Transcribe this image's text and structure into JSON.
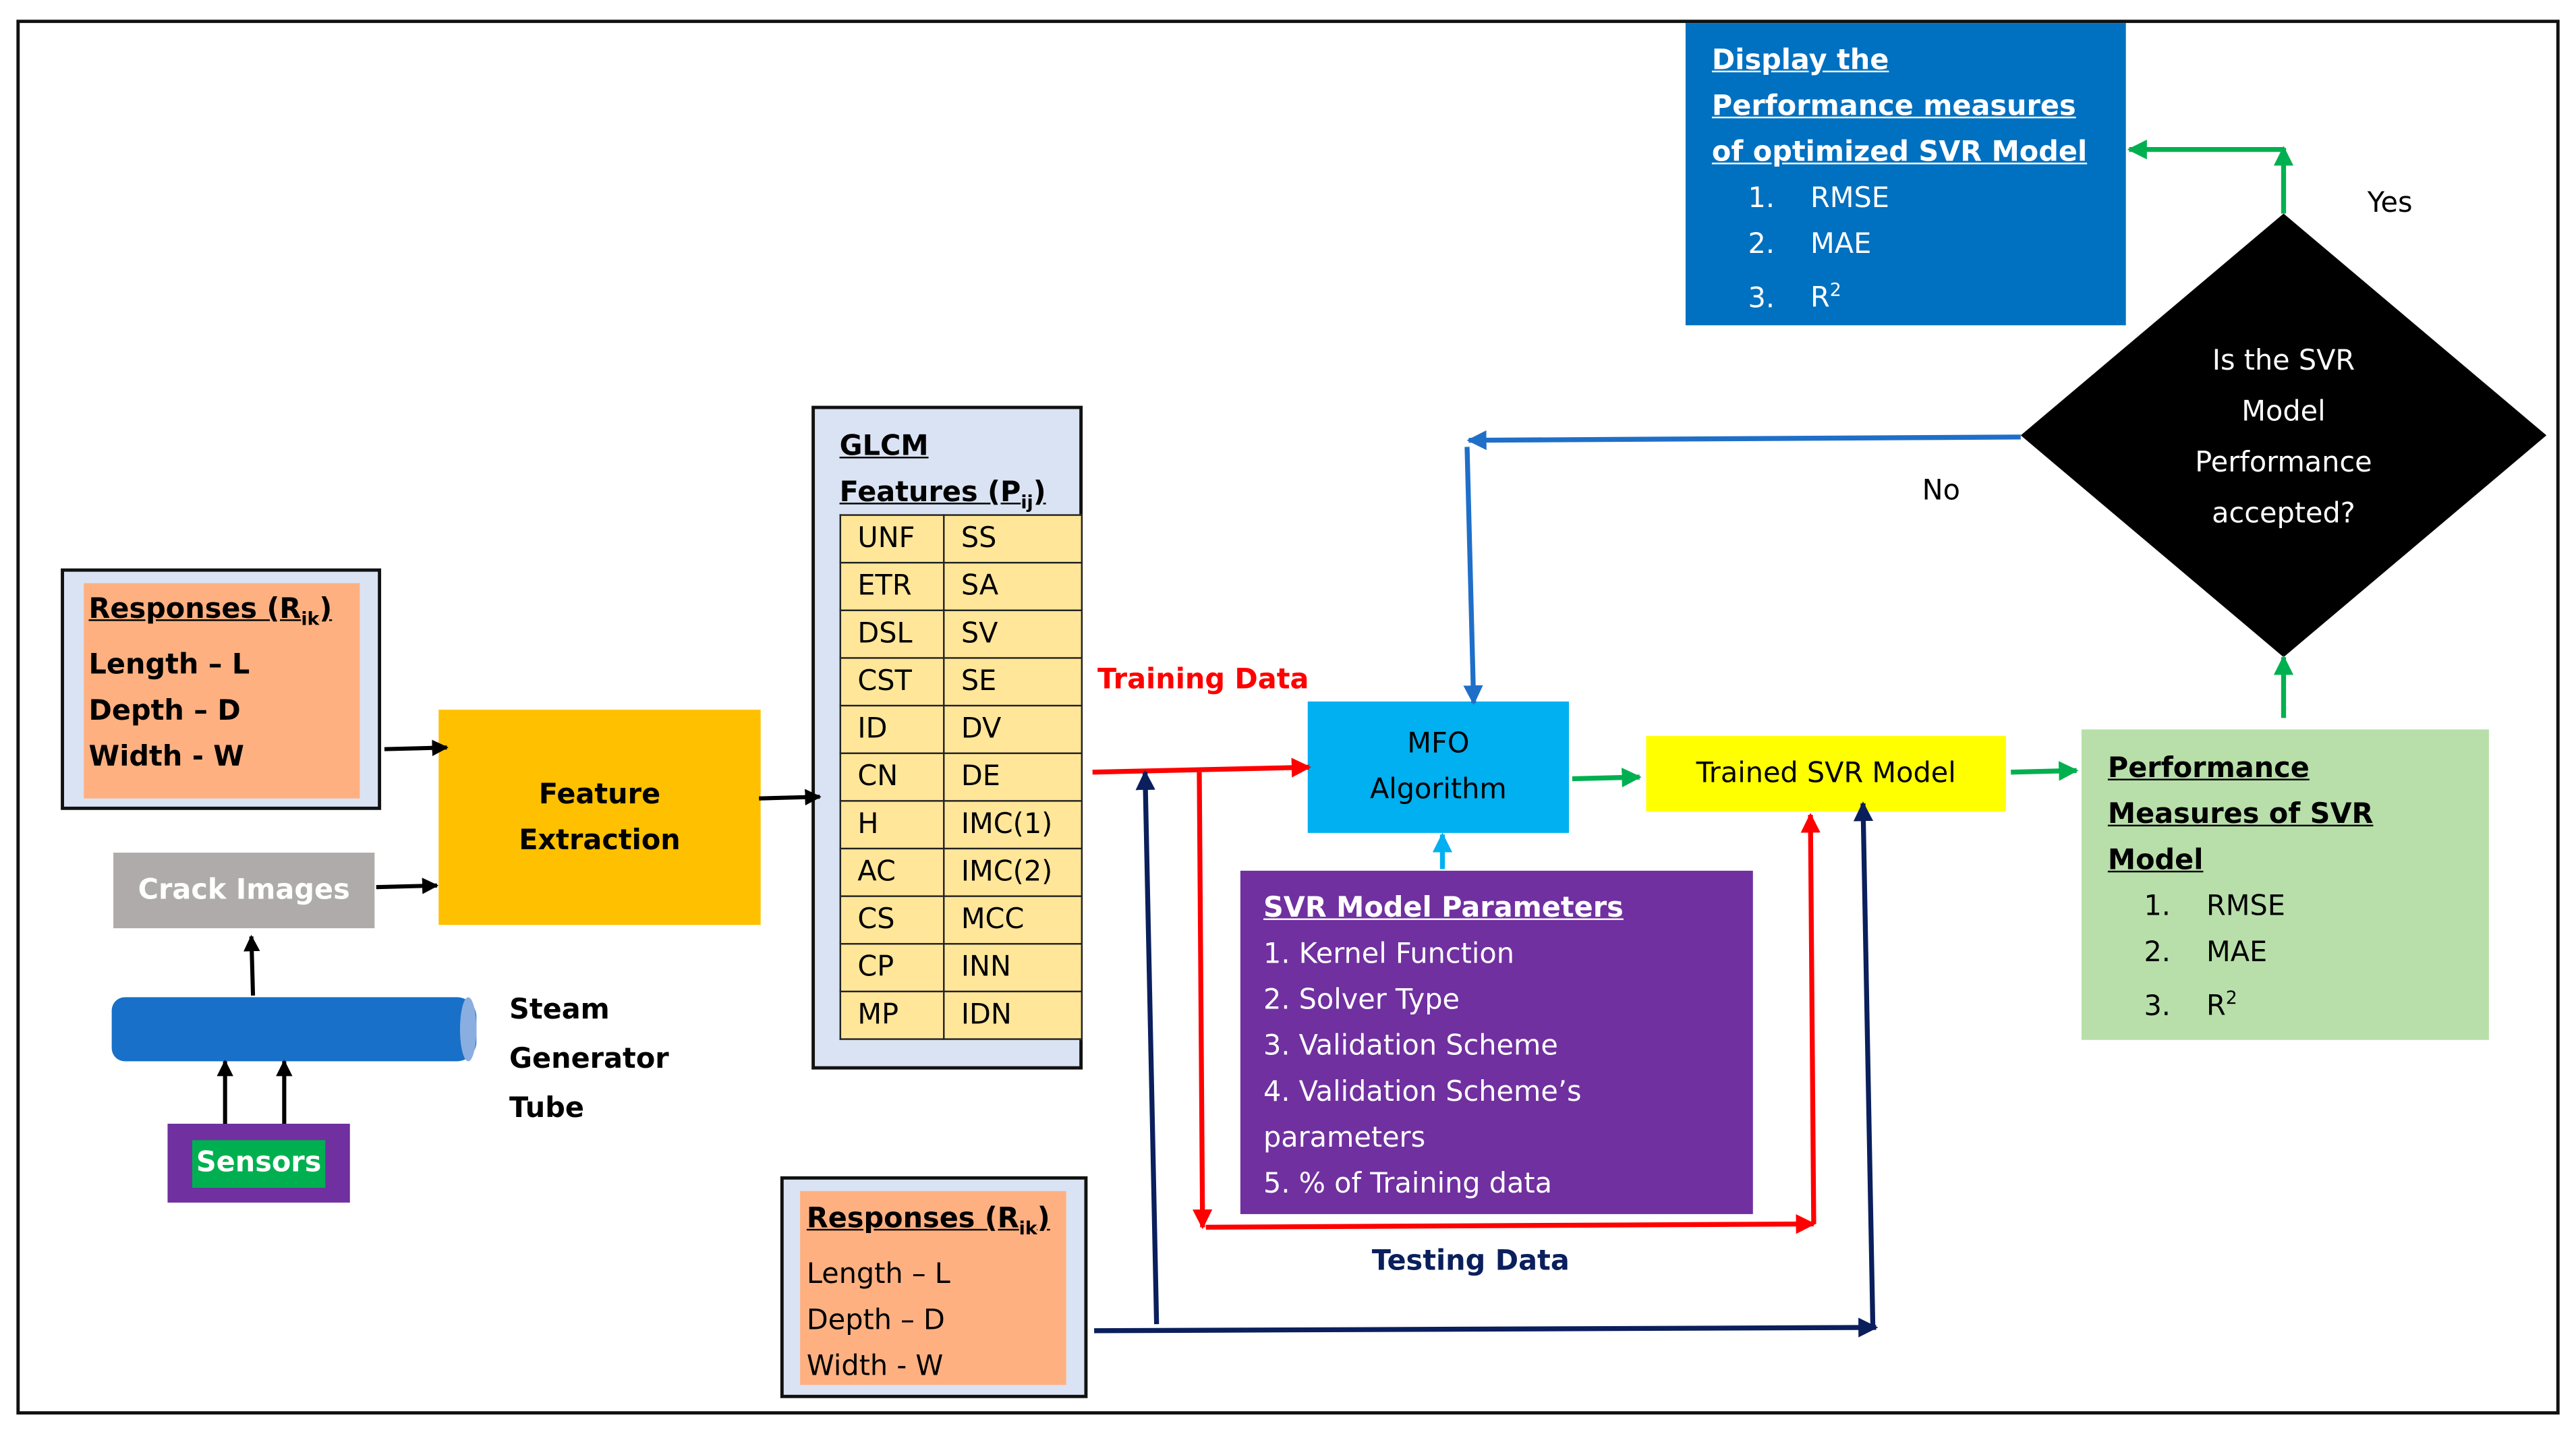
{
  "colors": {
    "feature_extraction": "#FFC000",
    "responses": "#FFB081",
    "panel": "#DAE3F3",
    "crack_images": "#AFABAB",
    "tube": "#1870C8",
    "sensors_outer": "#7030A0",
    "sensors_inner": "#00B050",
    "glcm_cells": "#FFE699",
    "mfo": "#00B0F0",
    "trained_svr": "#FFFF00",
    "svr_params": "#7030A0",
    "performance": "#B8DFAA",
    "decision": "#000000",
    "display_box": "#0070C0",
    "training_arrow": "#FF0000",
    "testing_arrow": "#0A1F5C",
    "feedback_arrow": "#1F6FC8",
    "flow_arrow": "#00B050"
  },
  "responses_top": {
    "title": "Responses (R",
    "title_sub": "ik",
    "title_close": ")",
    "lines": [
      "Length – L",
      "Depth – D",
      "Width - W"
    ]
  },
  "responses_bottom": {
    "title": "Responses (R",
    "title_sub": "ik",
    "title_close": ")",
    "lines": [
      "Length – L",
      "Depth – D",
      "Width - W"
    ]
  },
  "feature_extraction": {
    "line1": "Feature",
    "line2": "Extraction"
  },
  "crack_images": "Crack Images",
  "steam_tube": {
    "line1": "Steam",
    "line2": "Generator",
    "line3": "Tube"
  },
  "sensors": "Sensors",
  "glcm": {
    "title1": "GLCM",
    "title2": "Features (P",
    "title_sub": "ij",
    "title_close": ")",
    "rows": [
      [
        "UNF",
        "SS"
      ],
      [
        "ETR",
        "SA"
      ],
      [
        "DSL",
        "SV"
      ],
      [
        "CST",
        "SE"
      ],
      [
        "ID",
        "DV"
      ],
      [
        "CN",
        "DE"
      ],
      [
        "H",
        "IMC(1)"
      ],
      [
        "AC",
        "IMC(2)"
      ],
      [
        "CS",
        "MCC"
      ],
      [
        "CP",
        "INN"
      ],
      [
        "MP",
        "IDN"
      ]
    ]
  },
  "training_data": "Training Data",
  "testing_data": "Testing Data",
  "mfo": {
    "line1": "MFO",
    "line2": "Algorithm"
  },
  "trained_svr": "Trained SVR Model",
  "svr_params": {
    "title": "SVR Model Parameters",
    "items": [
      "1. Kernel Function",
      "2. Solver Type",
      "3. Validation Scheme",
      "4. Validation Scheme’s",
      "parameters",
      "5. % of Training data"
    ]
  },
  "performance": {
    "title1": "Performance",
    "title2": "Measures of SVR",
    "title3": "Model",
    "items": [
      {
        "n": "1.",
        "t": "RMSE"
      },
      {
        "n": "2.",
        "t": "MAE"
      },
      {
        "n": "3.",
        "t": "R",
        "sup": "2"
      }
    ]
  },
  "decision": {
    "line1": "Is the SVR",
    "line2": "Model",
    "line3": "Performance",
    "line4": "accepted?",
    "yes": "Yes",
    "no": "No"
  },
  "display": {
    "title1": "Display the",
    "title2": "Performance measures",
    "title3": "of optimized SVR Model",
    "items": [
      {
        "n": "1.",
        "t": "RMSE"
      },
      {
        "n": "2.",
        "t": "MAE"
      },
      {
        "n": "3.",
        "t": "R",
        "sup": "2"
      }
    ]
  }
}
